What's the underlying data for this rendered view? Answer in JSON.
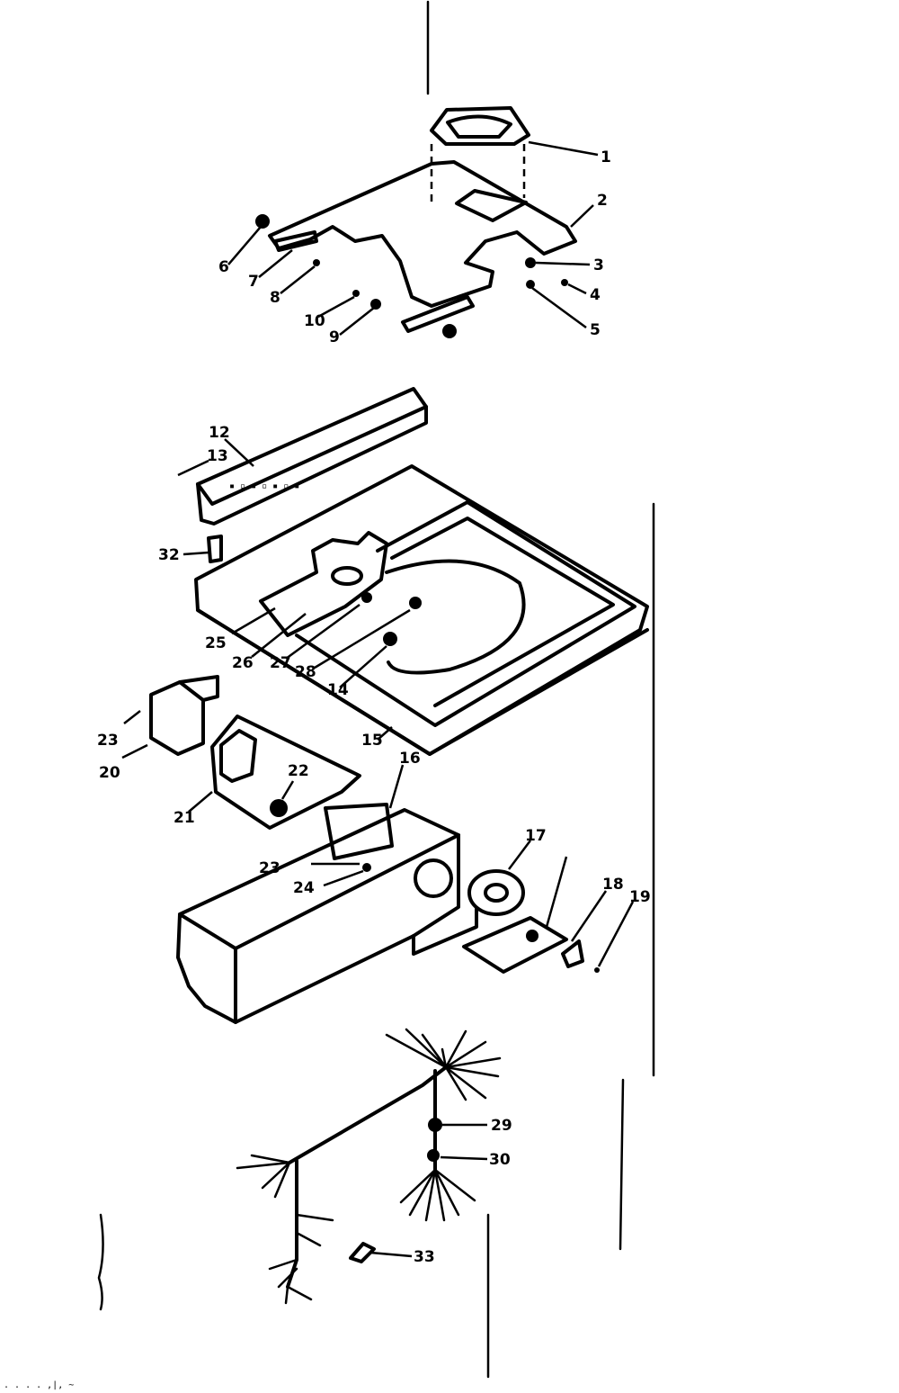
{
  "diagram": {
    "callouts": [
      {
        "id": "c1",
        "text": "1"
      },
      {
        "id": "c2",
        "text": "2"
      },
      {
        "id": "c3",
        "text": "3"
      },
      {
        "id": "c4",
        "text": "4"
      },
      {
        "id": "c5",
        "text": "5"
      },
      {
        "id": "c6",
        "text": "6"
      },
      {
        "id": "c7",
        "text": "7"
      },
      {
        "id": "c8",
        "text": "8"
      },
      {
        "id": "c9",
        "text": "9"
      },
      {
        "id": "c10",
        "text": "10"
      },
      {
        "id": "c12",
        "text": "12"
      },
      {
        "id": "c13",
        "text": "13"
      },
      {
        "id": "c14",
        "text": "14"
      },
      {
        "id": "c15",
        "text": "15"
      },
      {
        "id": "c16",
        "text": "16"
      },
      {
        "id": "c17",
        "text": "17"
      },
      {
        "id": "c18",
        "text": "18"
      },
      {
        "id": "c19",
        "text": "19"
      },
      {
        "id": "c20",
        "text": "20"
      },
      {
        "id": "c21",
        "text": "21"
      },
      {
        "id": "c22",
        "text": "22"
      },
      {
        "id": "c23a",
        "text": "23"
      },
      {
        "id": "c23b",
        "text": "23"
      },
      {
        "id": "c24",
        "text": "24"
      },
      {
        "id": "c25",
        "text": "25"
      },
      {
        "id": "c26",
        "text": "26"
      },
      {
        "id": "c27",
        "text": "27"
      },
      {
        "id": "c28",
        "text": "28"
      },
      {
        "id": "c29",
        "text": "29"
      },
      {
        "id": "c30",
        "text": "30"
      },
      {
        "id": "c32",
        "text": "32"
      },
      {
        "id": "c33",
        "text": "33"
      }
    ],
    "footer_mark": ". . . . ,|, ~"
  }
}
